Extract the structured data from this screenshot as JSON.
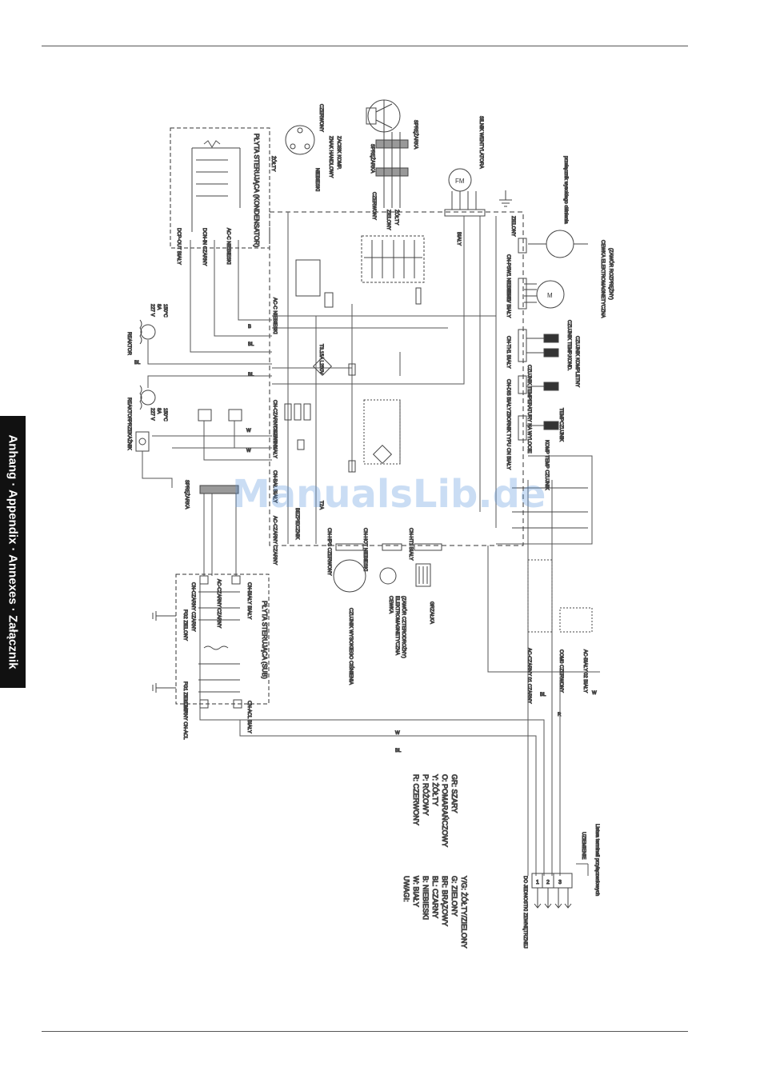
{
  "side_tab": "Anhang · Appendix · Annexes · Załącznik",
  "watermark": "ManualsLib.de",
  "boards": {
    "main": "PŁYTA STERUJĄCA (KONDENSATOR)",
    "sub": "PŁYTA STERUJĄCA (SUB)"
  },
  "compressor_block": {
    "compressor": "SPRĘŻARKA",
    "colors": [
      "CZERWONY",
      "NIEBIESKI",
      "ŻÓŁTY"
    ],
    "note1": "ZNAK HANDLOWY",
    "note2": "ZACISK KOMP.",
    "uvw": [
      "CZERWONY",
      "ZIELONY",
      "ŻÓŁTY"
    ]
  },
  "fan_motor": "SILNIK WENTYLATORA",
  "pressure_switch": "przełącznik wysokiego ciśnienia",
  "expansion_coil_1": "CEWKA ELEKTROMAGNETYCZNA",
  "expansion_coil_2": "(ZAWÓR ROZPRĘŻNY)",
  "reactor": "REAKTOR",
  "fuse_rating": [
    "227 V",
    "8A",
    "150°C"
  ],
  "relay": "PRZEKAŹNIK",
  "compressor_left": "SPRĘŻARKA",
  "sensors": [
    {
      "cn": "CN-PSW1 NIEBIESKI",
      "label": ""
    },
    {
      "cn": "CN-EV BIAŁY",
      "label": ""
    },
    {
      "cn": "CN-TH1 BIAŁY",
      "label": "CZUJNIK TEMP.KOND."
    },
    {
      "cn": "CN-DIS BIAŁY",
      "label": "CZUJNIK TEMPERATURY NA WYLOCIE"
    },
    {
      "cn": "ZBORNIK TYPU CN BIAŁY",
      "label": "KOMP TEMP CZUJNIK"
    }
  ],
  "sensor_complete": "CZUJNIK KOMPLETNY",
  "temp_sensor": "TEMPCZUJNIK",
  "connectors": {
    "dcp_out": "DCP-OUT BIAŁY",
    "dcn_in": "DCN-IN CZARNY",
    "ac_c": "AC-C NIEBIESKI",
    "cn_ry1": "CN-RY1 BIAŁY",
    "cn_czarny": "CN-CZARNY CZARNY",
    "cn_bal": "CN-BAŁ BIAŁY",
    "ac_czarny": "AC-CZARNY CZARNY",
    "cn_hps": "CN-HPS CZERWONY",
    "cn_hot": "CN-HOT NIEBIESKI",
    "cn_ht1": "CN-HT1 BIAŁY",
    "ac_czarny_01": "AC-CZARNY 01 CZARNY",
    "com0": "COM0 CZERWONY",
    "ac_bialy_02": "AC-BIAŁY 02 BIAŁY",
    "fg1": "FG1 ZIELONY",
    "fg2": "FG2 ZIELONY",
    "cn_acl": "CZARNY CN-ACL",
    "cn_czarny_sub": "CN-CZARNY CZARNY",
    "ac_czarny_sub": "AC-CZARNY CZARNY",
    "cn_bialy_sub": "CN-BIAŁY BIAŁY",
    "cn_acl2": "CN-ACL BIAŁY"
  },
  "fuse_main": "T3.15A L250V",
  "fuse_small": "T2A",
  "safety_fuse": "BEZPIECZNIK",
  "hp_sensor": "CZUJNIK WYSOKIEGO CIŚNIENIA",
  "four_way_coil_1": "CEWKA",
  "four_way_coil_2": "ELEKTROMAGNETYCZNA",
  "four_way_coil_3": "(ZAWÓR CZTERODROŻNY)",
  "heater": "GRZAŁKA",
  "wire_colors": [
    "W",
    "BL",
    "R",
    "B",
    "BIAŁY",
    "ZIELONY"
  ],
  "legend": {
    "title": "UWAGI:",
    "col1": [
      "W: BIAŁY",
      "B: NIEBIESKI",
      "BL: CZARNY",
      "BR: BRĄZOWY",
      "G: ZIELONY",
      "Y/G: ŻÓŁTY/ZIELONY"
    ],
    "col2": [
      "R: CZERWONY",
      "P: RÓŻOWY",
      "Y: ŻÓŁTY",
      "O: POMARAŃCZOWY",
      "GR: SZARY"
    ]
  },
  "terminal": {
    "to_indoor": "DO JEDNOSTKI ZEWNĘTRZNEJ",
    "ground": "UZIEMIENIE",
    "strip": "Listwa terminali przyłączeniowych",
    "numbers": [
      "1",
      "2",
      "3"
    ]
  }
}
